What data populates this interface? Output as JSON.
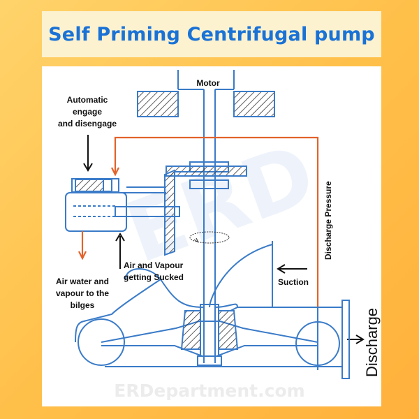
{
  "title": "Self Priming Centrifugal pump",
  "labels": {
    "motor": "Motor",
    "automatic_line1": "Automatic",
    "automatic_line2": "engage",
    "automatic_line3": "and disengage",
    "discharge_pressure": "Discharge Pressure",
    "air_vapour_line1": "Air and Vapour",
    "air_vapour_line2": "getting Sucked",
    "bilges_line1": "Air water and",
    "bilges_line2": "vapour to the",
    "bilges_line3": "bilges",
    "suction": "Suction",
    "discharge": "Discharge"
  },
  "watermark": "ERDepartment.com",
  "colors": {
    "outline": "#3a7bc8",
    "pipe": "#e2622a",
    "title": "#1a72d6",
    "hatch": "#333333"
  }
}
